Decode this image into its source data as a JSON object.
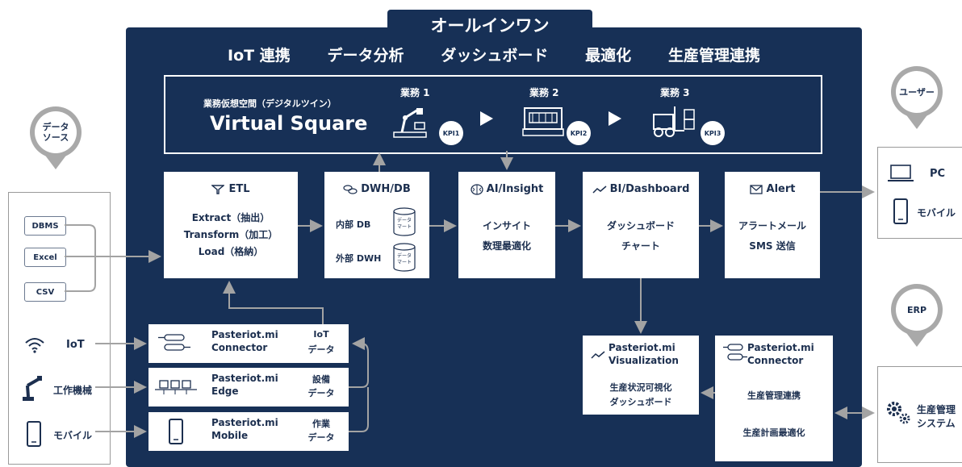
{
  "header": {
    "tab_title": "オールインワン",
    "features": [
      "IoT 連携",
      "データ分析",
      "ダッシュボード",
      "最適化",
      "生産管理連携"
    ]
  },
  "virtual_square": {
    "subtitle": "業務仮想空間（デジタルツイン）",
    "title": "Virtual Square",
    "tasks": [
      {
        "label": "業務 1",
        "kpi": "KPI1"
      },
      {
        "label": "業務 2",
        "kpi": "KPI2"
      },
      {
        "label": "業務 3",
        "kpi": "KPI3"
      }
    ]
  },
  "modules": {
    "etl": {
      "title": "ETL",
      "lines": [
        "Extract（抽出）",
        "Transform（加工）",
        "Load（格納）"
      ]
    },
    "dwh": {
      "title": "DWH/DB",
      "internal": "内部 DB",
      "external": "外部 DWH",
      "mart": "データ\nマート"
    },
    "ai": {
      "title": "AI/Insight",
      "lines": [
        "インサイト",
        "数理最適化"
      ]
    },
    "bi": {
      "title": "BI/Dashboard",
      "lines": [
        "ダッシュボード",
        "チャート"
      ]
    },
    "alert": {
      "title": "Alert",
      "lines": [
        "アラートメール",
        "SMS 送信"
      ]
    }
  },
  "pasteriot": [
    {
      "name1": "Pasteriot.mi",
      "name2": "Connector",
      "data1": "IoT",
      "data2": "データ"
    },
    {
      "name1": "Pasteriot.mi",
      "name2": "Edge",
      "data1": "設備",
      "data2": "データ"
    },
    {
      "name1": "Pasteriot.mi",
      "name2": "Mobile",
      "data1": "作業",
      "data2": "データ"
    }
  ],
  "visualization": {
    "name1": "Pasteriot.mi",
    "name2": "Visualization",
    "lines": [
      "生産状況可視化",
      "ダッシュボード"
    ]
  },
  "connector_right": {
    "name1": "Pasteriot.mi",
    "name2": "Connector",
    "lines": [
      "生産管理連携",
      "生産計画最適化"
    ]
  },
  "data_source": {
    "pin": "データ\nソース",
    "files": [
      "DBMS",
      "Excel",
      "CSV"
    ],
    "devices": [
      "IoT",
      "工作機械",
      "モバイル"
    ]
  },
  "user": {
    "pin": "ユーザー",
    "items": [
      "PC",
      "モバイル"
    ]
  },
  "erp": {
    "pin": "ERP",
    "system": "生産管理\nシステム"
  }
}
